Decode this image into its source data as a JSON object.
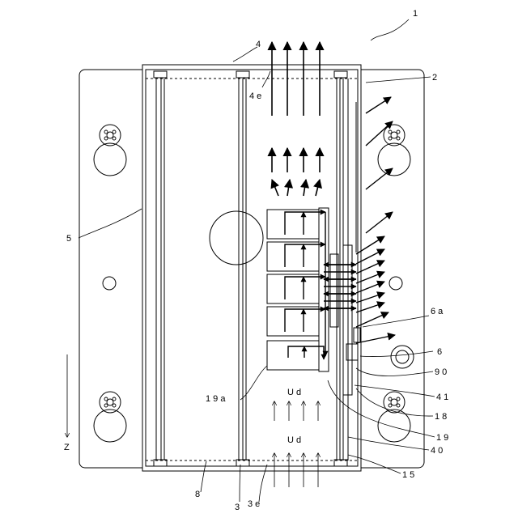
{
  "labels": {
    "l1": "1",
    "l2": "2",
    "l4": "4",
    "l4e": "4 e",
    "l5": "5",
    "l6a": "6 a",
    "l6": "6",
    "l90": "9 0",
    "l41": "4 1",
    "l18": "1 8",
    "l19": "1 9",
    "l40": "4 0",
    "l15": "1 5",
    "l19a": "1 9 a",
    "lud1": "U d",
    "lud2": "U d",
    "lz": "Z",
    "l8": "8",
    "l3": "3",
    "l3e": "3 e"
  }
}
